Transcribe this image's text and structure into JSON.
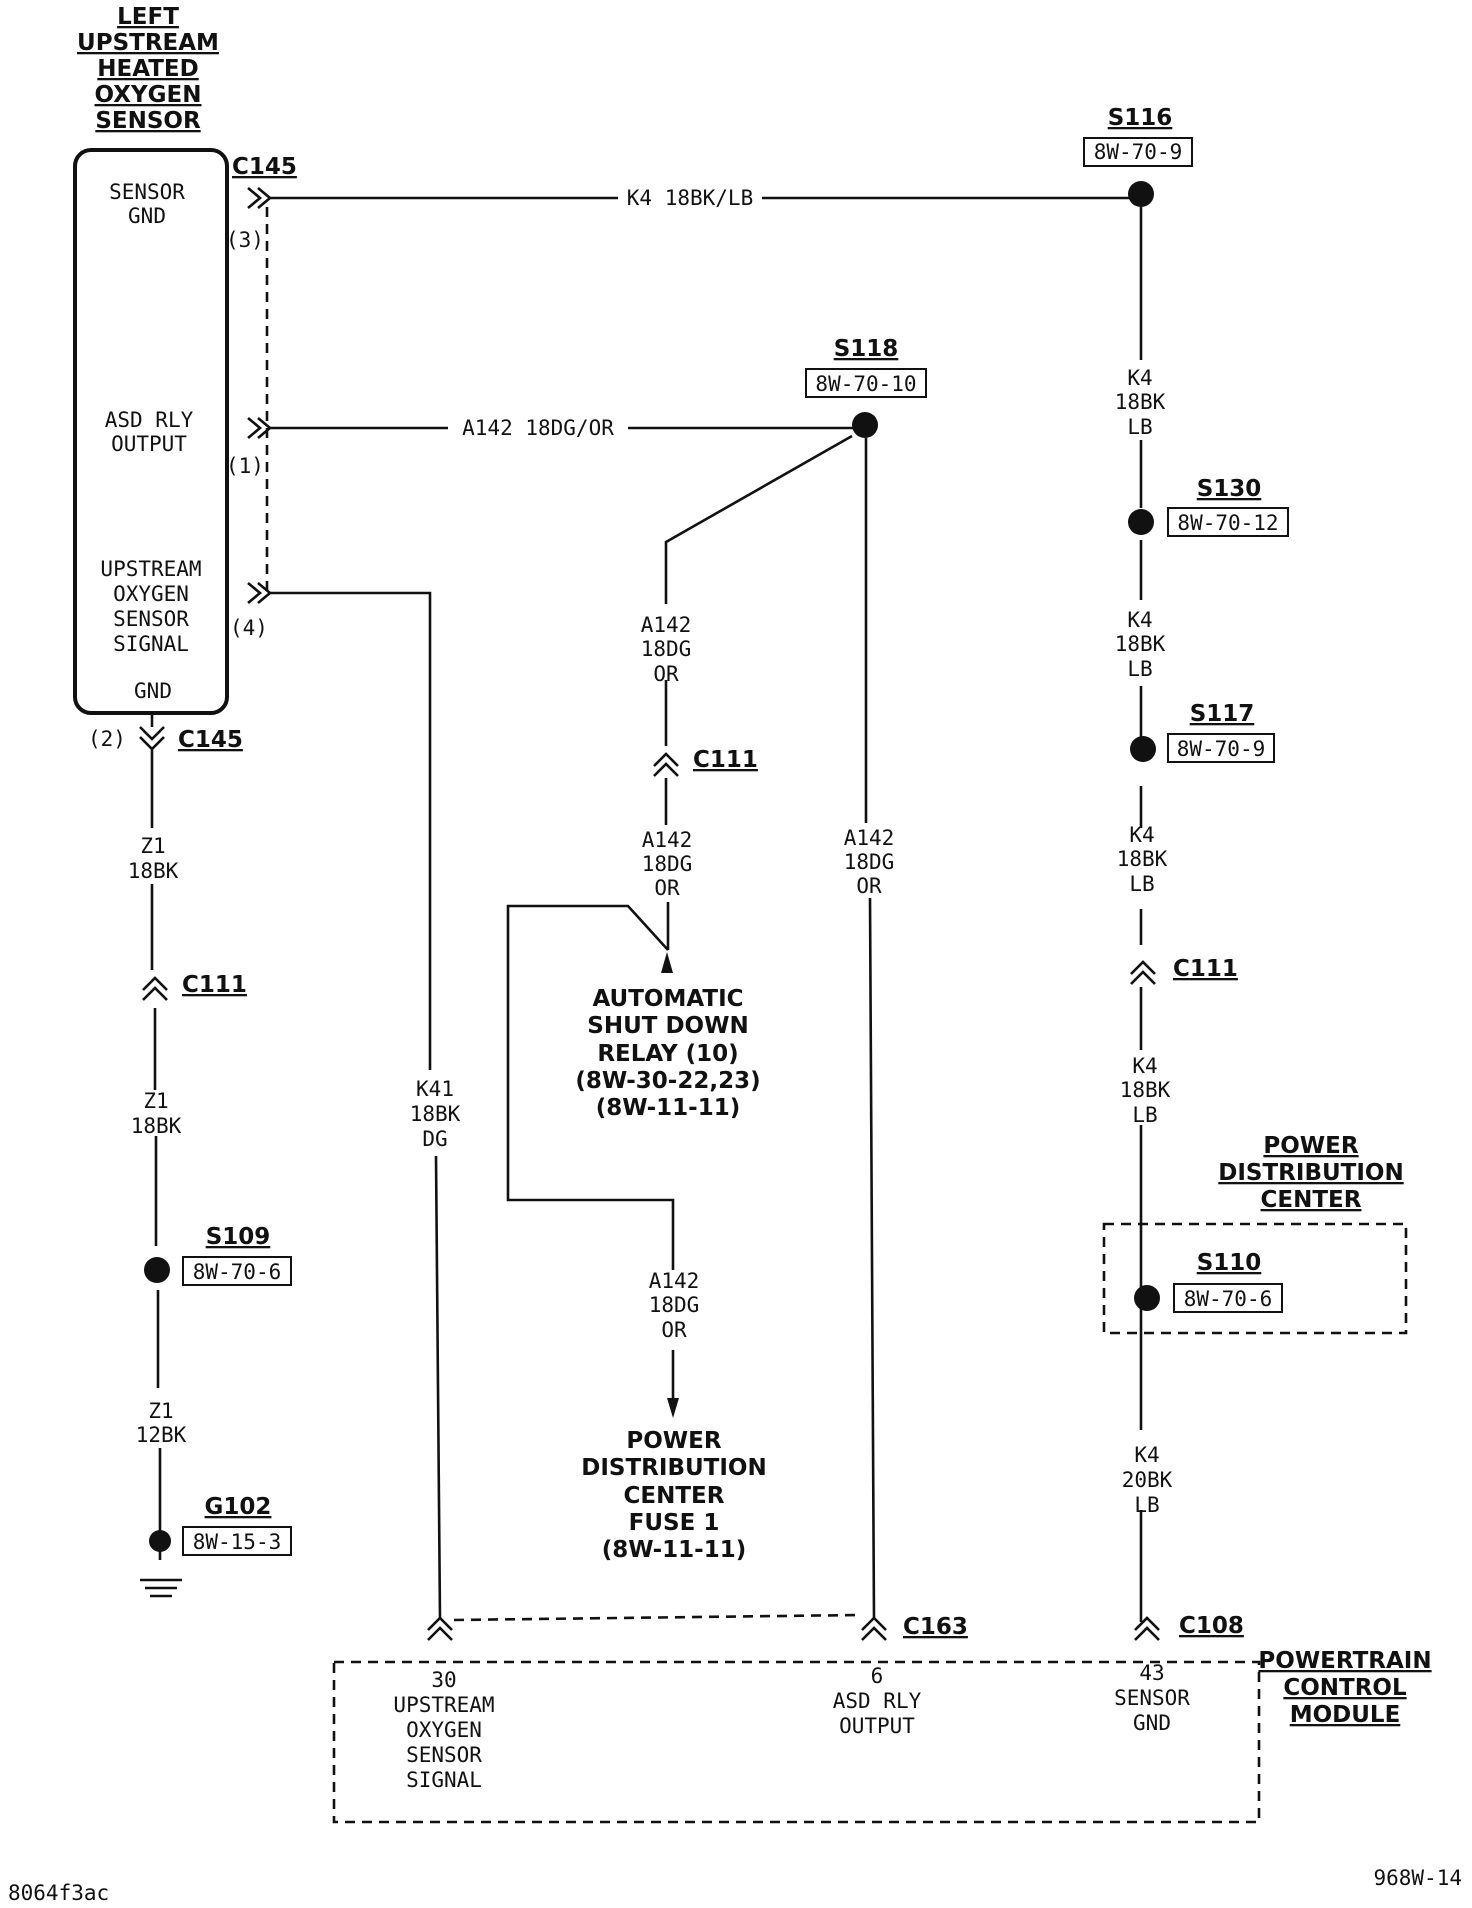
{
  "sensor": {
    "title": [
      "LEFT",
      "UPSTREAM",
      "HEATED",
      "OXYGEN",
      "SENSOR"
    ],
    "pins": {
      "sensor_gnd": [
        "SENSOR",
        "GND"
      ],
      "asd_rly_output": [
        "ASD RLY",
        "OUTPUT"
      ],
      "upstream_signal": [
        "UPSTREAM",
        "OXYGEN",
        "SENSOR",
        "SIGNAL"
      ],
      "gnd": "GND"
    },
    "cavities": {
      "c3": "(3)",
      "c1": "(1)",
      "c4": "(4)",
      "c2": "(2)"
    }
  },
  "connectors": {
    "c145_top": "C145",
    "c145_bottom": "C145",
    "c111_left": "C111",
    "c111_mid": "C111",
    "c111_right": "C111",
    "c163": "C163",
    "c108": "C108"
  },
  "wires": {
    "k4_top": "K4 18BK/LB",
    "a142_top": "A142 18DG/OR",
    "k4_s116_s130": [
      "K4",
      "18BK",
      "LB"
    ],
    "k4_s130_s117": [
      "K4",
      "18BK",
      "LB"
    ],
    "k4_s117_c111": [
      "K4",
      "18BK",
      "LB"
    ],
    "k4_c111_s110": [
      "K4",
      "18BK",
      "LB"
    ],
    "k4_s110_c108": [
      "K4",
      "20BK",
      "LB"
    ],
    "a142_s118_c111": [
      "A142",
      "18DG",
      "OR"
    ],
    "a142_c111_relay": [
      "A142",
      "18DG",
      "OR"
    ],
    "a142_s118_c163": [
      "A142",
      "18DG",
      "OR"
    ],
    "a142_fuse": [
      "A142",
      "18DG",
      "OR"
    ],
    "z1_c145_c111": [
      "Z1",
      "18BK"
    ],
    "z1_c111_s109": [
      "Z1",
      "18BK"
    ],
    "z1_s109_g102": [
      "Z1",
      "12BK"
    ],
    "k41": [
      "K41",
      "18BK",
      "DG"
    ]
  },
  "splices": {
    "s116": {
      "id": "S116",
      "ref": "8W-70-9"
    },
    "s118": {
      "id": "S118",
      "ref": "8W-70-10"
    },
    "s130": {
      "id": "S130",
      "ref": "8W-70-12"
    },
    "s117": {
      "id": "S117",
      "ref": "8W-70-9"
    },
    "s110": {
      "id": "S110",
      "ref": "8W-70-6"
    },
    "s109": {
      "id": "S109",
      "ref": "8W-70-6"
    },
    "g102": {
      "id": "G102",
      "ref": "8W-15-3"
    }
  },
  "relay": [
    "AUTOMATIC",
    "SHUT DOWN",
    "RELAY (10)",
    "(8W-30-22,23)",
    "(8W-11-11)"
  ],
  "fuse": [
    "POWER",
    "DISTRIBUTION",
    "CENTER",
    "FUSE 1",
    "(8W-11-11)"
  ],
  "pdc": [
    "POWER",
    "DISTRIBUTION",
    "CENTER"
  ],
  "pcm": {
    "title": [
      "POWERTRAIN",
      "CONTROL",
      "MODULE"
    ],
    "pin30": [
      "30",
      "UPSTREAM",
      "OXYGEN",
      "SENSOR",
      "SIGNAL"
    ],
    "pin6": [
      "6",
      "ASD RLY",
      "OUTPUT"
    ],
    "pin43": [
      "43",
      "SENSOR",
      "GND"
    ]
  },
  "footer": {
    "left": "8064f3ac",
    "right": "968W-14"
  }
}
